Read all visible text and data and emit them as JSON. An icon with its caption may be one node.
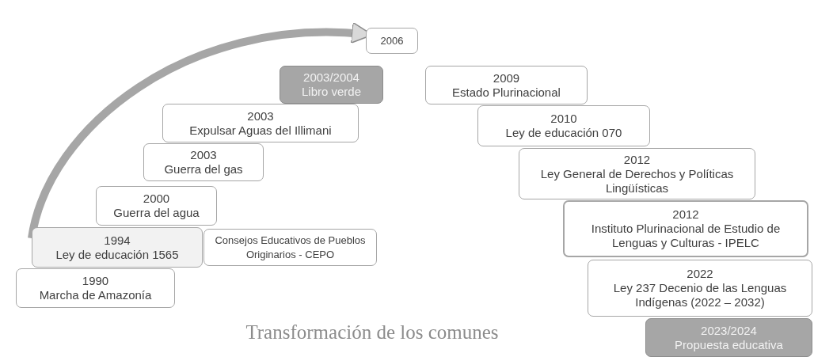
{
  "diagram": {
    "caption": "Transformación de los comunes",
    "nodes": [
      {
        "text": [
          "2006"
        ]
      },
      {
        "text": [
          "2003/2004",
          "Libro verde"
        ]
      },
      {
        "text": [
          "2009",
          "Estado Plurinacional"
        ]
      },
      {
        "text": [
          "2003",
          "Expulsar Aguas del Illimani"
        ]
      },
      {
        "text": [
          "2010",
          "Ley de educación 070"
        ]
      },
      {
        "text": [
          "2003",
          "Guerra del gas"
        ]
      },
      {
        "text": [
          "2012",
          "Ley General de Derechos y Políticas Lingüísticas"
        ]
      },
      {
        "text": [
          "2000",
          "Guerra del agua"
        ]
      },
      {
        "text": [
          "1994",
          "Ley de educación 1565"
        ]
      },
      {
        "text": [
          "Consejos Educativos de Pueblos Originarios - CEPO"
        ]
      },
      {
        "text": [
          "2012",
          "Instituto Plurinacional de Estudio de Lenguas y Culturas - IPELC"
        ]
      },
      {
        "text": [
          "1990",
          "Marcha de Amazonía"
        ]
      },
      {
        "text": [
          "2022",
          "Ley 237 Decenio de las Lenguas Indígenas (2022 – 2032)"
        ]
      },
      {
        "text": [
          "2023/2024",
          "Propuesta educativa"
        ]
      }
    ],
    "edges": [
      {
        "from": 8,
        "to": 0,
        "arrow": "to"
      }
    ]
  }
}
